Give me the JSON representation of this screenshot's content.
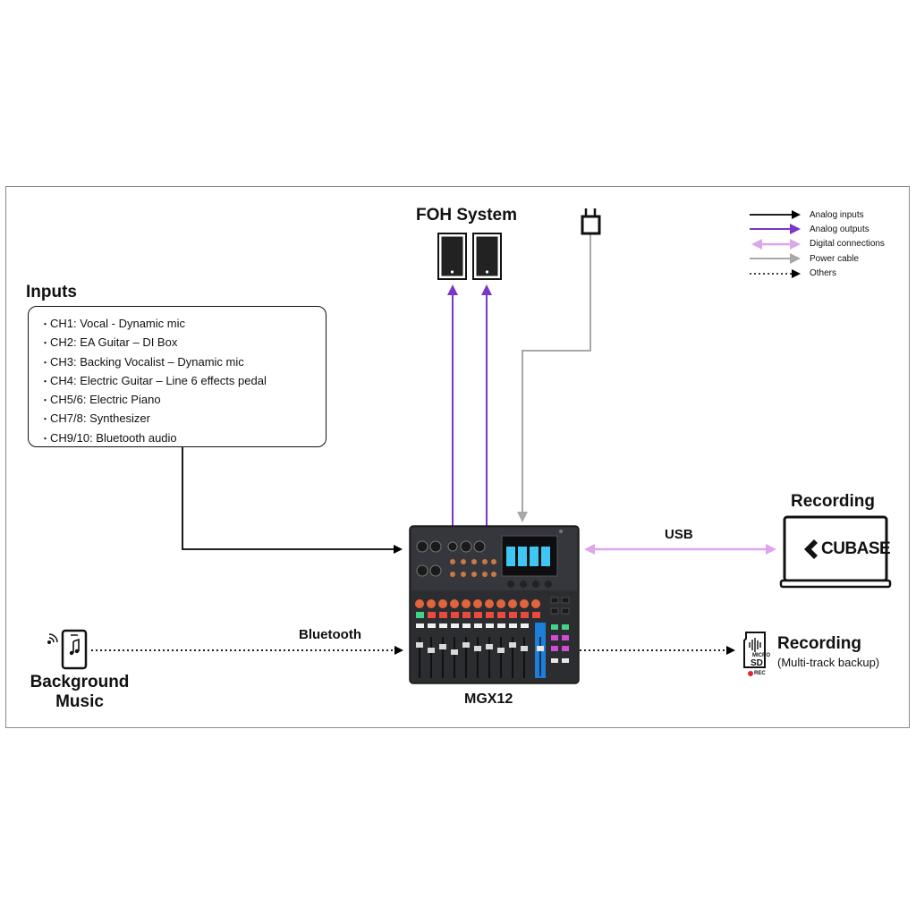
{
  "inputs": {
    "title": "Inputs",
    "items": [
      "CH1: Vocal - Dynamic mic",
      "CH2: EA Guitar – DI Box",
      "CH3: Backing Vocalist – Dynamic mic",
      "CH4: Electric Guitar – Line 6 effects pedal",
      "CH5/6: Electric Piano",
      "CH7/8: Synthesizer",
      "CH9/10: Bluetooth audio"
    ]
  },
  "foh": {
    "title": "FOH System"
  },
  "recording_cubase": {
    "title": "Recording",
    "software": "CUBASE"
  },
  "recording_sd": {
    "title": "Recording",
    "subtitle": "(Multi-track backup)",
    "sd_small": "MICRO",
    "sd_big": "SD",
    "rec_badge": "REC"
  },
  "background": {
    "title": "Background Music"
  },
  "connections": {
    "bluetooth": "Bluetooth",
    "usb": "USB"
  },
  "mixer": {
    "label": "MGX12"
  },
  "legend": [
    {
      "label": "Analog inputs",
      "color": "#000000",
      "style": "solid"
    },
    {
      "label": "Analog outputs",
      "color": "#7b35c9",
      "style": "solid"
    },
    {
      "label": "Digital connections",
      "color": "#dba6ec",
      "style": "solid-both"
    },
    {
      "label": "Power cable",
      "color": "#a8a8a8",
      "style": "solid"
    },
    {
      "label": "Others",
      "color": "#000000",
      "style": "dotted"
    }
  ]
}
